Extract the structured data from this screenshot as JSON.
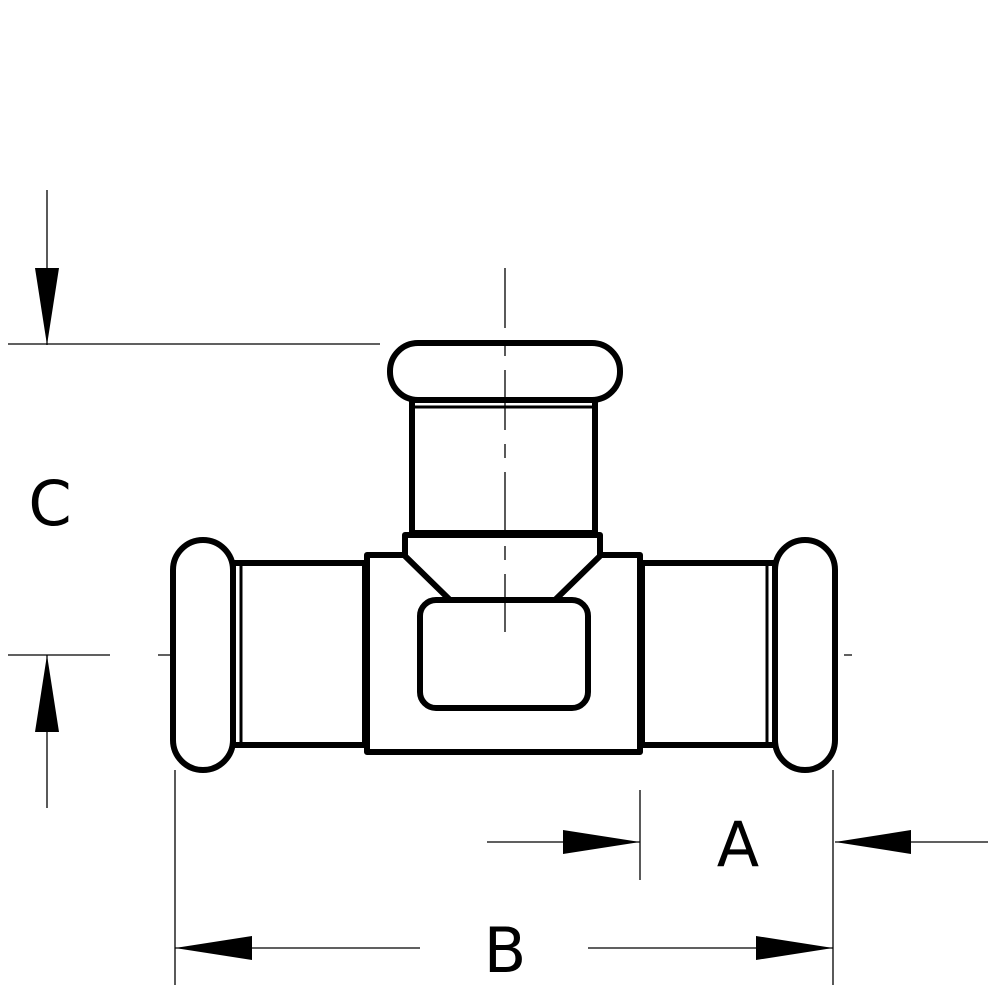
{
  "diagram": {
    "labels": {
      "a": "A",
      "b": "B",
      "c": "C"
    },
    "colors": {
      "stroke": "#000000",
      "background": "#ffffff"
    }
  }
}
